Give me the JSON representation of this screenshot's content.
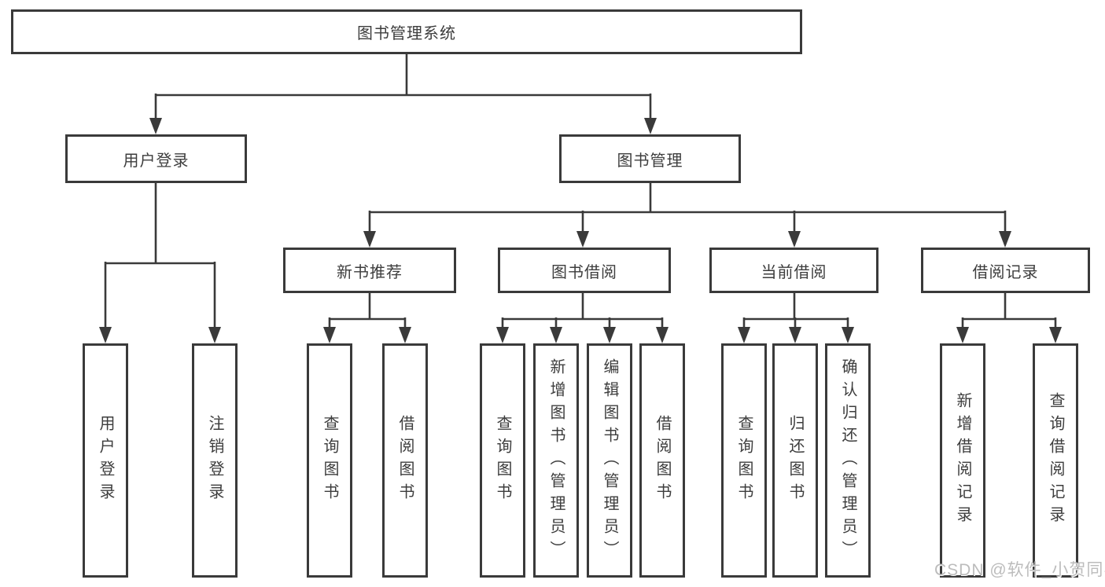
{
  "diagram": {
    "root": {
      "label": "图书管理系统"
    },
    "branches": [
      {
        "label": "用户登录",
        "children": [
          {
            "label": "用户登录"
          },
          {
            "label": "注销登录"
          }
        ]
      },
      {
        "label": "图书管理",
        "children": [
          {
            "label": "新书推荐",
            "children": [
              {
                "label": "查询图书"
              },
              {
                "label": "借阅图书"
              }
            ]
          },
          {
            "label": "图书借阅",
            "children": [
              {
                "label": "查询图书"
              },
              {
                "label": "新增图书（管理员）"
              },
              {
                "label": "编辑图书（管理员）"
              },
              {
                "label": "借阅图书"
              }
            ]
          },
          {
            "label": "当前借阅",
            "children": [
              {
                "label": "查询图书"
              },
              {
                "label": "归还图书"
              },
              {
                "label": "确认归还（管理员）"
              }
            ]
          },
          {
            "label": "借阅记录",
            "children": [
              {
                "label": "新增借阅记录"
              },
              {
                "label": "查询借阅记录"
              }
            ]
          }
        ]
      }
    ]
  },
  "watermark": {
    "text": "CSDN @软件_小贺同学"
  },
  "colors": {
    "line": "#3a3a3a",
    "box_border": "#3a3a3a",
    "text": "#3d3d3d",
    "watermark": "#bcbcbc",
    "background": "#ffffff"
  }
}
